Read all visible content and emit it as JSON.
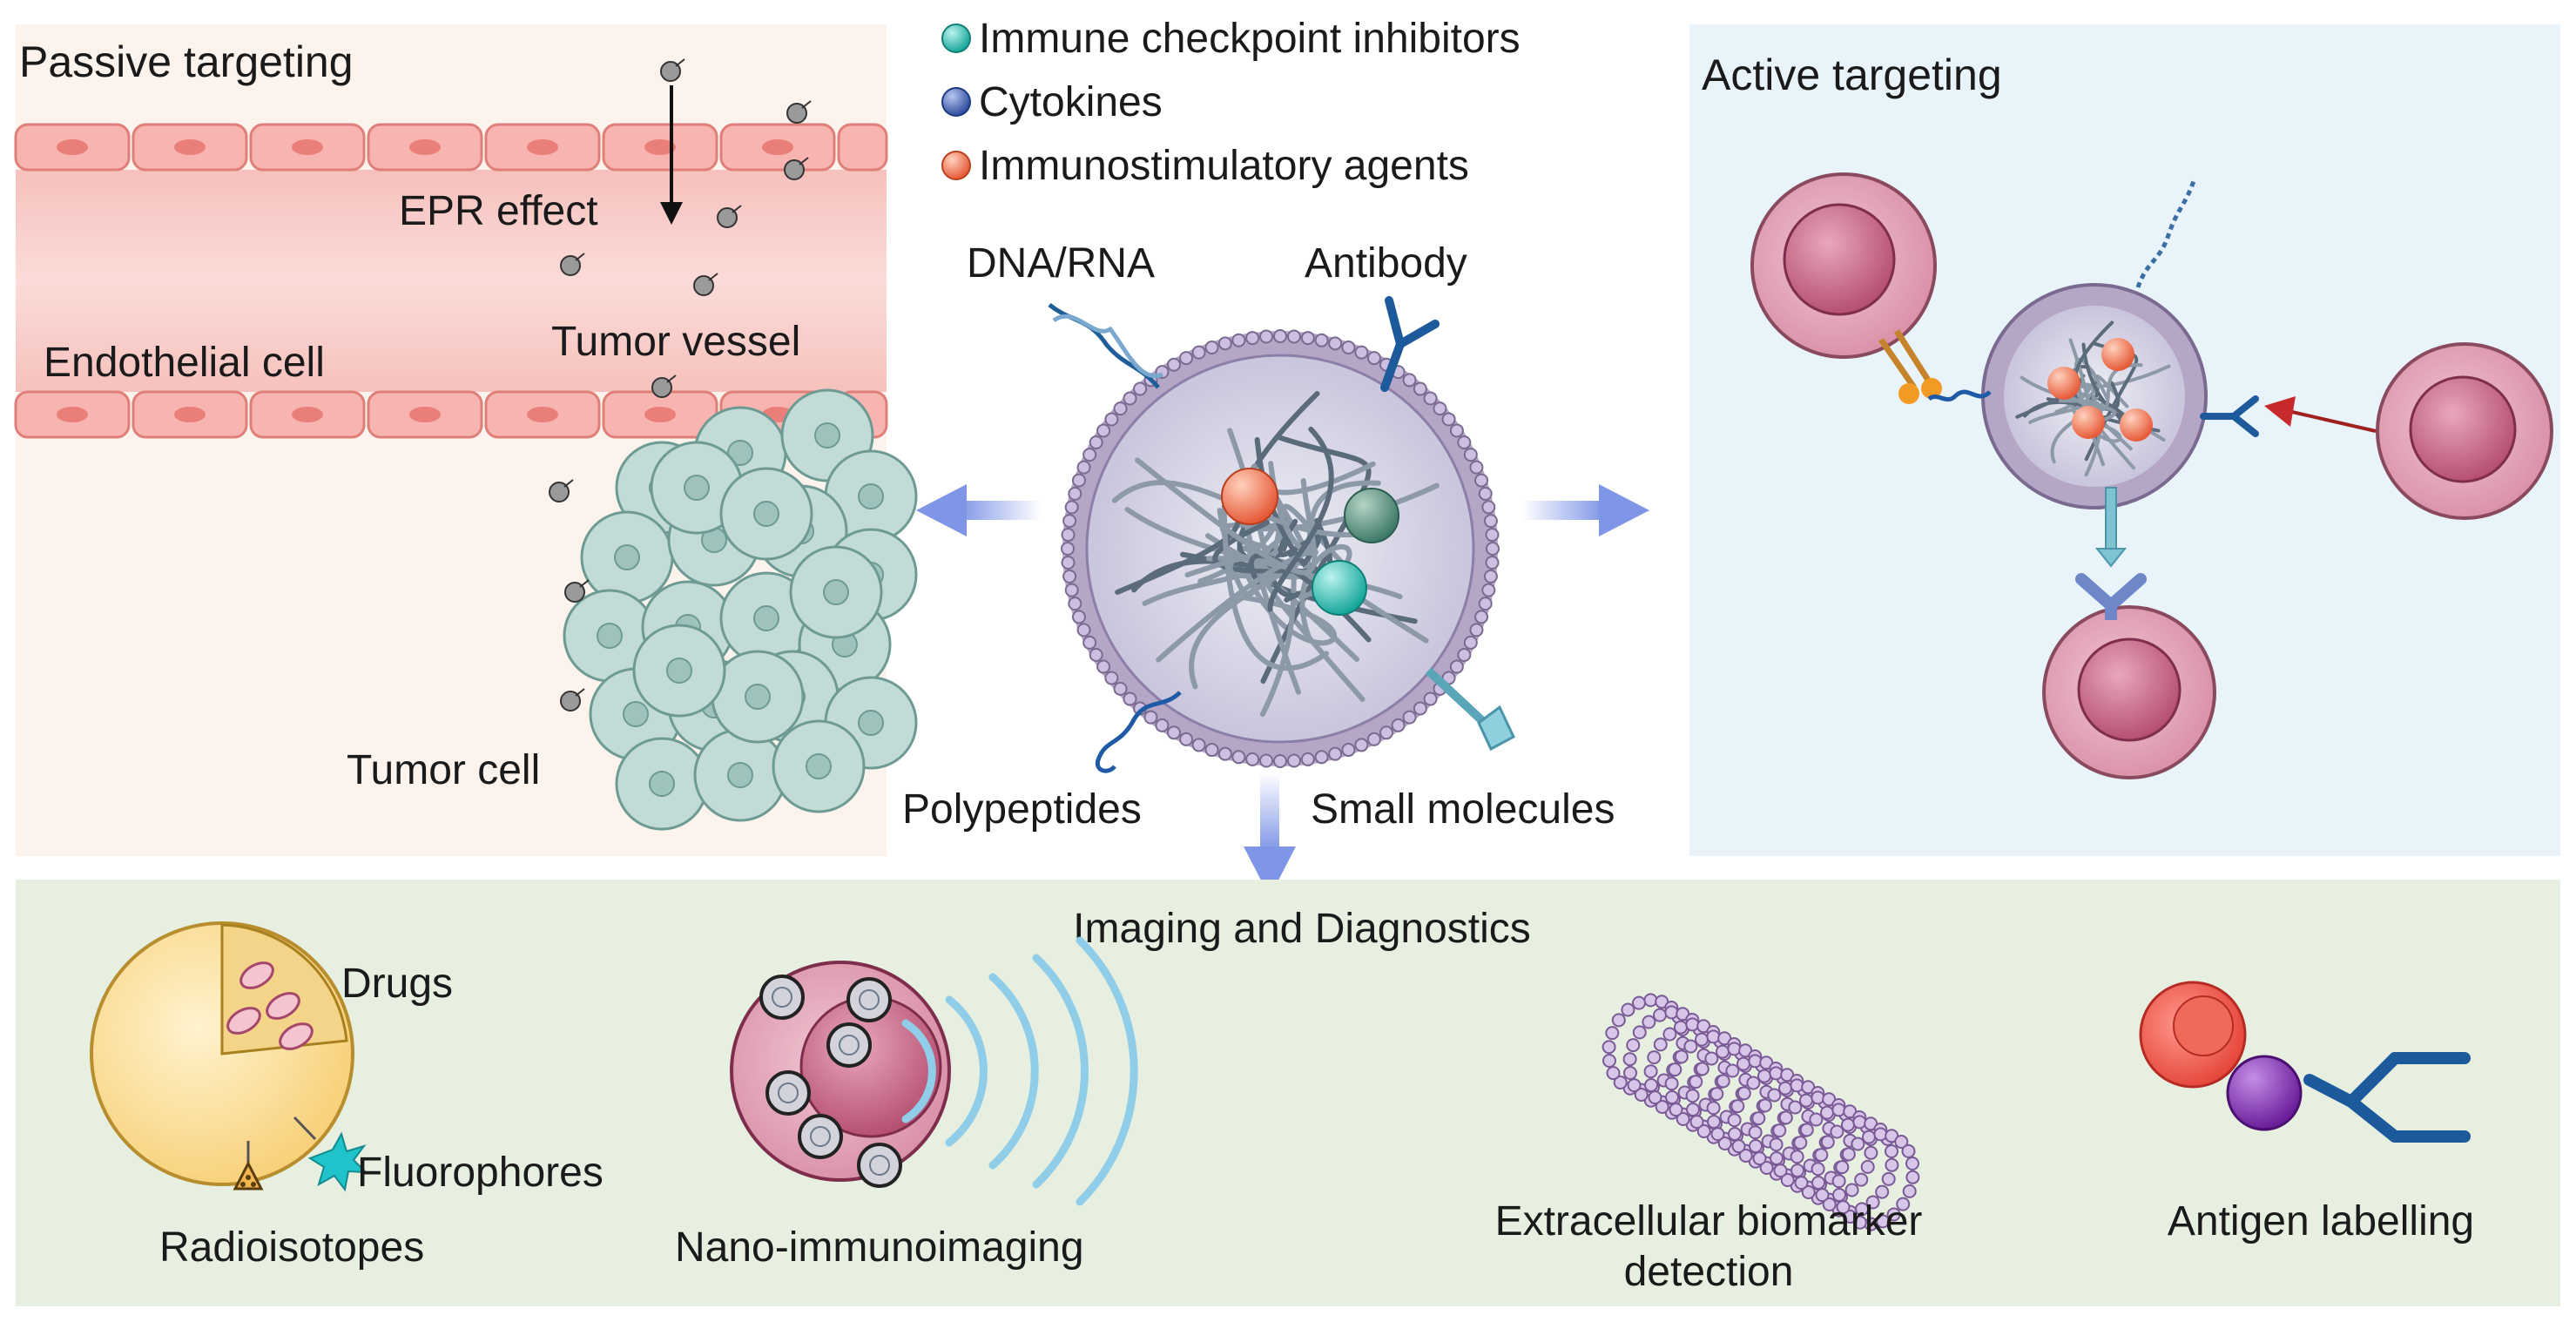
{
  "passive_panel": {
    "title": "Passive targeting",
    "labels": {
      "epr": "EPR effect",
      "endothelial": "Endothelial cell",
      "vessel": "Tumor vessel",
      "tumor_cell": "Tumor cell"
    }
  },
  "legend": {
    "items": [
      {
        "label": "Immune checkpoint inhibitors",
        "color": "#2bbcb0"
      },
      {
        "label": "Cytokines",
        "color": "#3f5fa8"
      },
      {
        "label": "Immunostimulatory agents",
        "color": "#f0704e"
      }
    ]
  },
  "nanoparticle": {
    "labels": {
      "dna_rna": "DNA/RNA",
      "antibody": "Antibody",
      "polypeptides": "Polypeptides",
      "small_molecules": "Small molecules"
    }
  },
  "active_panel": {
    "title": "Active targeting"
  },
  "imaging_panel": {
    "title": "Imaging and Diagnostics",
    "labels": {
      "drugs": "Drugs",
      "fluorophores": "Fluorophores",
      "radioisotopes": "Radioisotopes",
      "nano_immuno": "Nano-immunoimaging",
      "biomarker_line1": "Extracellular biomarker",
      "biomarker_line2": "detection",
      "antigen": "Antigen labelling"
    }
  },
  "colors": {
    "passive_bg": "#fbf3ec",
    "active_bg": "#e8f4fa",
    "imaging_bg": "#e6efe0",
    "vessel": "#f5b7b3",
    "tumor": "#c2dbd6",
    "membrane": "#b6a6c6",
    "cell": "#d98ea6",
    "arrow": "#7f95e6"
  }
}
